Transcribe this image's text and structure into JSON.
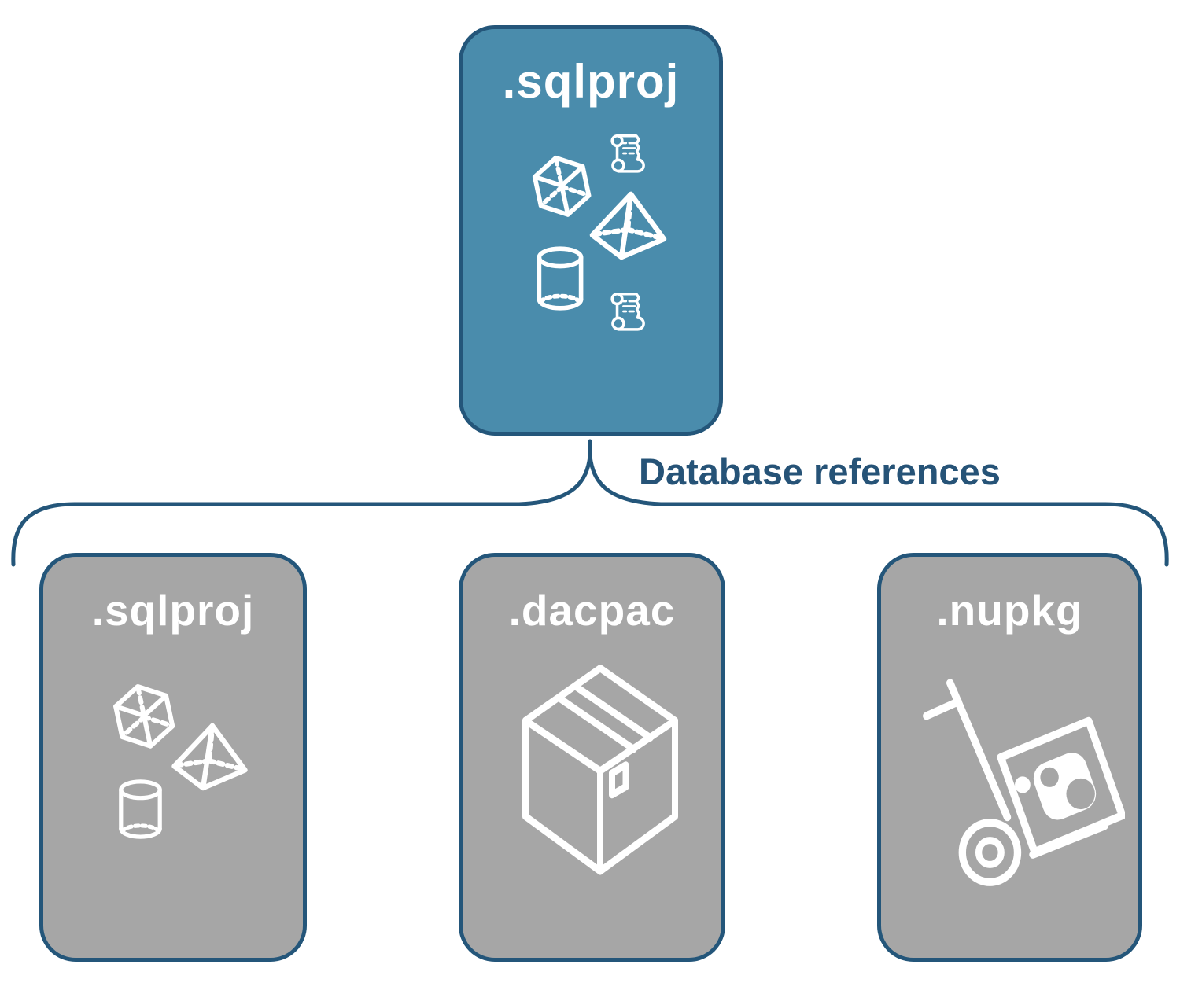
{
  "diagram": {
    "connector": {
      "label": "Database references"
    },
    "nodes": {
      "parent": {
        "label": ".sqlproj",
        "icons": [
          "cube-icon",
          "scroll-icon",
          "pyramid-icon",
          "cylinder-icon",
          "scroll-icon"
        ]
      },
      "sqlproj": {
        "label": ".sqlproj",
        "icons": [
          "cube-icon",
          "pyramid-icon",
          "cylinder-icon"
        ]
      },
      "dacpac": {
        "label": ".dacpac",
        "icons": [
          "package-box-icon"
        ]
      },
      "nupkg": {
        "label": ".nupkg",
        "icons": [
          "hand-truck-package-icon"
        ]
      }
    },
    "colors": {
      "parent_fill": "#4A8CAC",
      "child_fill": "#A6A6A6",
      "outline_blue": "#24567A",
      "label_white": "#FFFFFF",
      "connector_text": "#265377"
    }
  }
}
